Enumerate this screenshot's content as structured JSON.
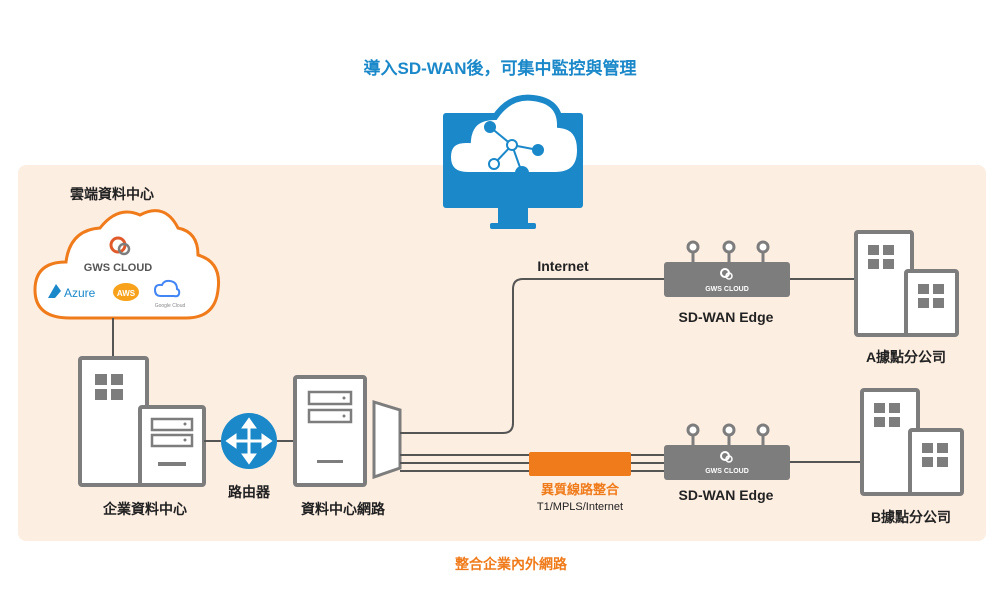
{
  "title": "導入SD-WAN後，可集中監控與管理",
  "footer": "整合企業內外網路",
  "cloud_dc": {
    "label": "雲端資料中心",
    "brand": "GWS CLOUD",
    "providers": [
      "Azure",
      "AWS",
      "Google Cloud"
    ]
  },
  "enterprise_dc": {
    "label": "企業資料中心"
  },
  "router": {
    "label": "路由器"
  },
  "dc_network": {
    "label": "資料中心網路"
  },
  "internet": {
    "label": "Internet"
  },
  "hybrid": {
    "label": "異質線路整合",
    "sub": "T1/MPLS/Internet"
  },
  "edge_a": {
    "brand": "GWS CLOUD",
    "label": "SD-WAN Edge"
  },
  "edge_b": {
    "brand": "GWS CLOUD",
    "label": "SD-WAN Edge"
  },
  "branch_a": {
    "label": "A據點分公司"
  },
  "branch_b": {
    "label": "B據點分公司"
  },
  "colors": {
    "panel": "#fdeee2",
    "blue": "#1a88c9",
    "orange": "#f07b1a",
    "gray": "#7d7d7d",
    "line": "#555555"
  }
}
